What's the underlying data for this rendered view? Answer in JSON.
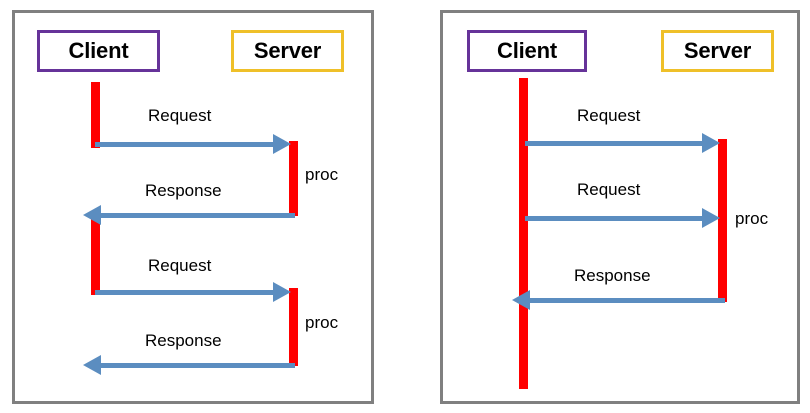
{
  "diagram": {
    "title": "Client-Server request/response sequence diagrams",
    "colors": {
      "panel_border": "#808080",
      "client_border": "#663399",
      "server_border": "#EFC029",
      "lifeline": "#FF0000",
      "arrow": "#5B8DC0",
      "background": "#FFFFFF",
      "text": "#000000"
    }
  },
  "panels": [
    {
      "id": "left",
      "name": "synchronous-sequence",
      "actors": [
        {
          "id": "client",
          "label": "Client",
          "style": "client"
        },
        {
          "id": "server",
          "label": "Server",
          "style": "server"
        }
      ],
      "activations": [
        {
          "actor": "client",
          "name": "client-activation-1"
        },
        {
          "actor": "client",
          "name": "client-activation-2"
        },
        {
          "actor": "server",
          "name": "server-activation-1"
        },
        {
          "actor": "server",
          "name": "server-activation-2"
        }
      ],
      "messages": [
        {
          "label": "Request",
          "from": "client",
          "to": "server",
          "direction": "right"
        },
        {
          "label": "Response",
          "from": "server",
          "to": "client",
          "direction": "left"
        },
        {
          "label": "Request",
          "from": "client",
          "to": "server",
          "direction": "right"
        },
        {
          "label": "Response",
          "from": "server",
          "to": "client",
          "direction": "left"
        }
      ],
      "annotations": [
        {
          "label": "proc",
          "actor": "server",
          "name": "proc-label-1"
        },
        {
          "label": "proc",
          "actor": "server",
          "name": "proc-label-2"
        }
      ]
    },
    {
      "id": "right",
      "name": "pipelined-sequence",
      "actors": [
        {
          "id": "client",
          "label": "Client",
          "style": "client"
        },
        {
          "id": "server",
          "label": "Server",
          "style": "server"
        }
      ],
      "activations": [
        {
          "actor": "client",
          "name": "client-activation-1"
        },
        {
          "actor": "server",
          "name": "server-activation-1"
        }
      ],
      "messages": [
        {
          "label": "Request",
          "from": "client",
          "to": "server",
          "direction": "right"
        },
        {
          "label": "Request",
          "from": "client",
          "to": "server",
          "direction": "right"
        },
        {
          "label": "Response",
          "from": "server",
          "to": "client",
          "direction": "left"
        }
      ],
      "annotations": [
        {
          "label": "proc",
          "actor": "server",
          "name": "proc-label-1"
        }
      ]
    }
  ]
}
